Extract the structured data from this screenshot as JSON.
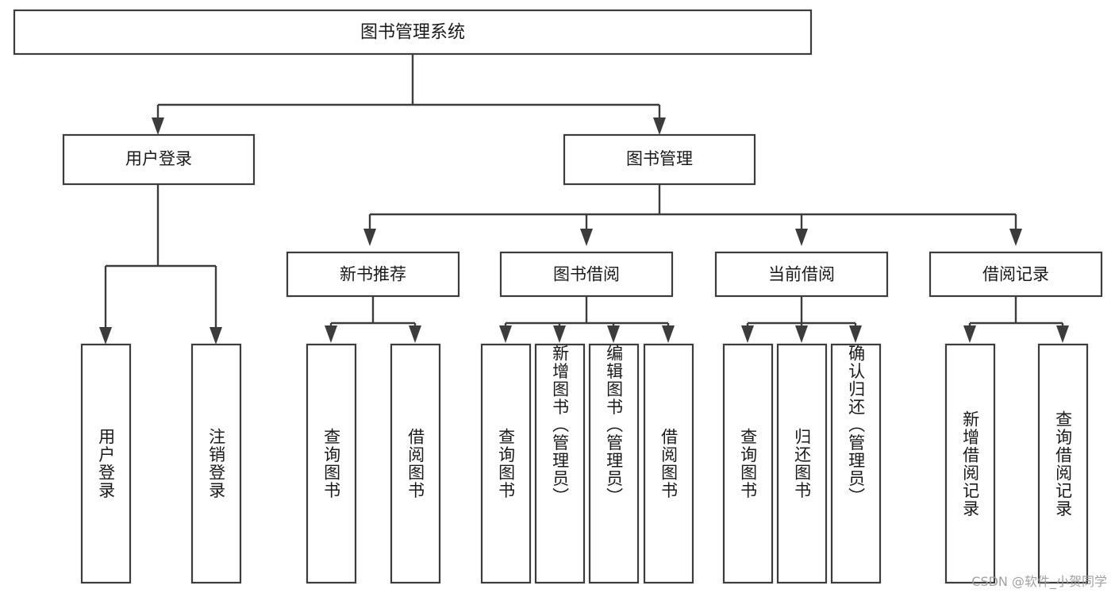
{
  "diagram": {
    "type": "tree-hierarchy",
    "title": "图书管理系统",
    "root": {
      "label": "图书管理系统",
      "shape": "rectangle"
    },
    "level2": [
      {
        "label": "用户登录"
      },
      {
        "label": "图书管理"
      }
    ],
    "level3": [
      {
        "label": "新书推荐",
        "parent": "图书管理"
      },
      {
        "label": "图书借阅",
        "parent": "图书管理"
      },
      {
        "label": "当前借阅",
        "parent": "图书管理"
      },
      {
        "label": "借阅记录",
        "parent": "图书管理"
      }
    ],
    "leaves": {
      "用户登录": [
        {
          "label": "用户登录"
        },
        {
          "label": "注销登录"
        }
      ],
      "新书推荐": [
        {
          "label": "查询图书"
        },
        {
          "label": "借阅图书"
        }
      ],
      "图书借阅": [
        {
          "label": "查询图书"
        },
        {
          "label": "新增图书（管理员）"
        },
        {
          "label": "编辑图书（管理员）"
        },
        {
          "label": "借阅图书"
        }
      ],
      "当前借阅": [
        {
          "label": "查询图书"
        },
        {
          "label": "归还图书"
        },
        {
          "label": "确认归还（管理员）"
        }
      ],
      "借阅记录": [
        {
          "label": "新增借阅记录"
        },
        {
          "label": "查询借阅记录"
        }
      ]
    },
    "colors": {
      "stroke": "#3c3c3c",
      "fill": "#ffffff",
      "text": "#1a1a1a",
      "watermark": "#9a9a9a",
      "background": "#ffffff"
    }
  },
  "watermark": {
    "text": "CSDN @软件_小贺同学"
  }
}
